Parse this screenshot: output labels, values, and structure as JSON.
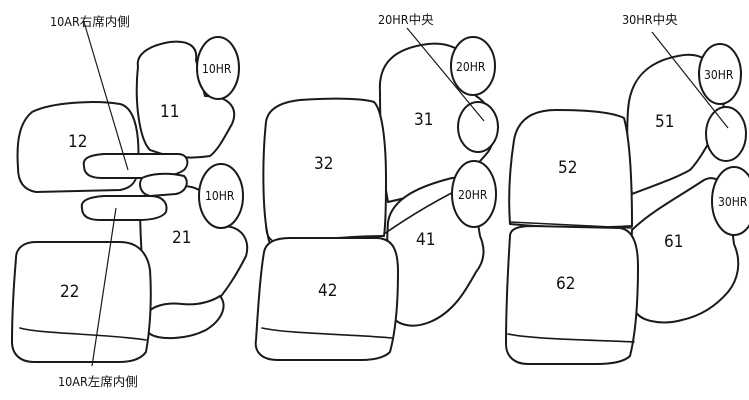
{
  "diagram": {
    "annotations": {
      "ar10_right_inner": "10AR右席内側",
      "ar10_left_inner": "10AR左席内側",
      "hr20_center": "20HR中央",
      "hr30_center": "30HR中央"
    },
    "headrests": {
      "hr10_upper": "10HR",
      "hr10_lower": "10HR",
      "hr20_upper": "20HR",
      "hr20_lower": "20HR",
      "hr30_upper": "30HR",
      "hr30_lower": "30HR"
    },
    "parts": {
      "p11": "11",
      "p12": "12",
      "p21": "21",
      "p22": "22",
      "p31": "31",
      "p32": "32",
      "p41": "41",
      "p42": "42",
      "p51": "51",
      "p52": "52",
      "p61": "61",
      "p62": "62"
    }
  }
}
